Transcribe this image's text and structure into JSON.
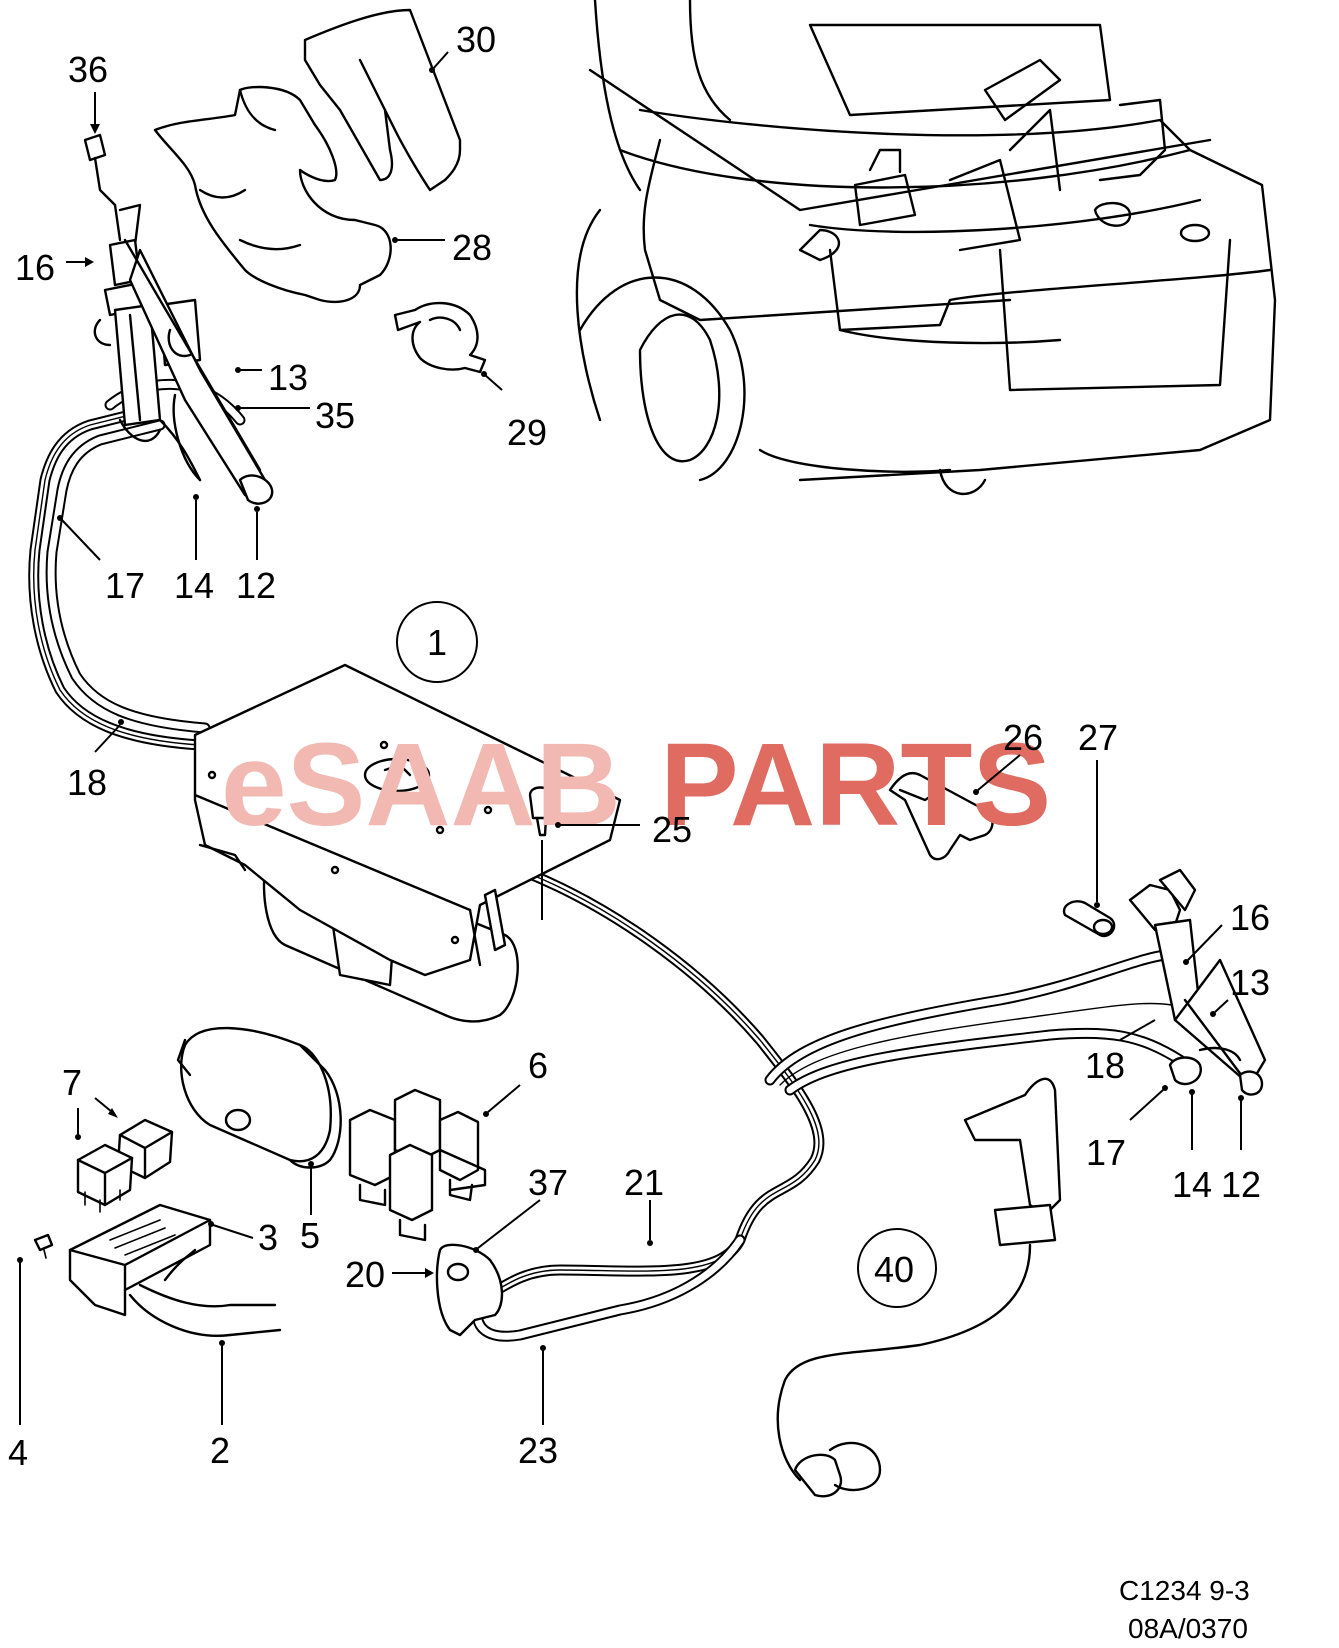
{
  "watermark": {
    "prefix": "eSAAB",
    "suffix": "PARTS",
    "prefix_color": "#f2b9b3",
    "suffix_color": "#e06b60"
  },
  "callouts": {
    "c36": "36",
    "c30": "30",
    "c28": "28",
    "c16a": "16",
    "c13a": "13",
    "c35": "35",
    "c29": "29",
    "c17a": "17",
    "c14a": "14",
    "c12a": "12",
    "c1": "1",
    "c18a": "18",
    "c26": "26",
    "c27": "27",
    "c25": "25",
    "c16b": "16",
    "c13b": "13",
    "c18b": "18",
    "c7": "7",
    "c6": "6",
    "c17b": "17",
    "c14b": "14",
    "c12b": "12",
    "c37": "37",
    "c21": "21",
    "c3": "3",
    "c5": "5",
    "c20": "20",
    "c40": "40",
    "c4": "4",
    "c2": "2",
    "c23": "23"
  },
  "drawing_code": {
    "line1": "C1234 9-3",
    "line2": "08A/0370"
  }
}
